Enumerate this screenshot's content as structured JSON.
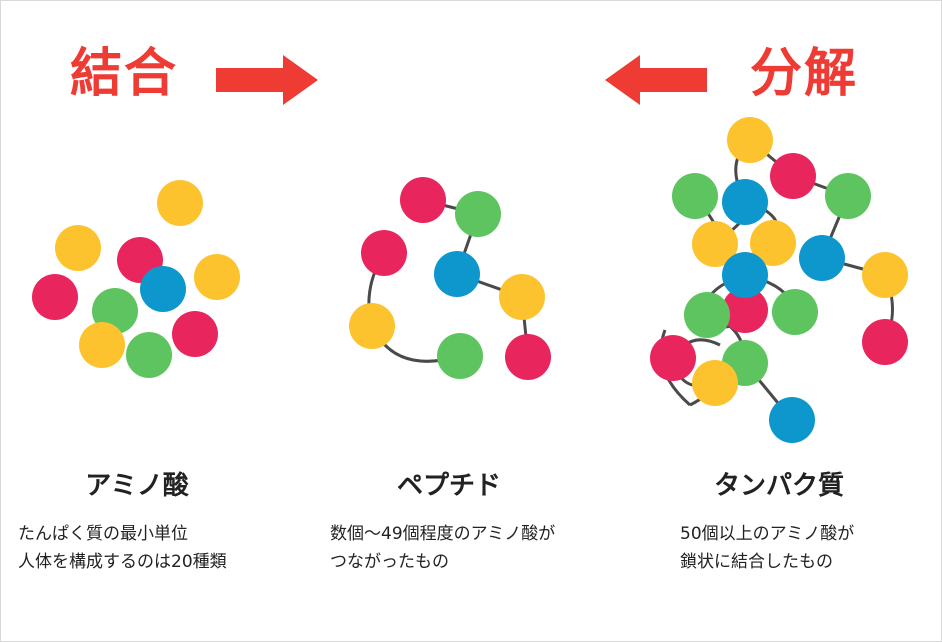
{
  "headers": {
    "bind_label": "結合",
    "decompose_label": "分解"
  },
  "colors": {
    "red": "#e8265d",
    "yellow": "#fdc32f",
    "green": "#5ec45f",
    "blue": "#0d97cc",
    "accent": "#ee3b34",
    "link": "#4a4a4a"
  },
  "sections": [
    {
      "title": "アミノ酸",
      "desc_line1": "たんぱく質の最小単位",
      "desc_line2": "人体を構成するのは20種類"
    },
    {
      "title": "ペプチド",
      "desc_line1": "数個～49個程度のアミノ酸が",
      "desc_line2": "つながったもの"
    },
    {
      "title": "タンパク質",
      "desc_line1": "50個以上のアミノ酸が",
      "desc_line2": "鎖状に結合したもの"
    }
  ]
}
